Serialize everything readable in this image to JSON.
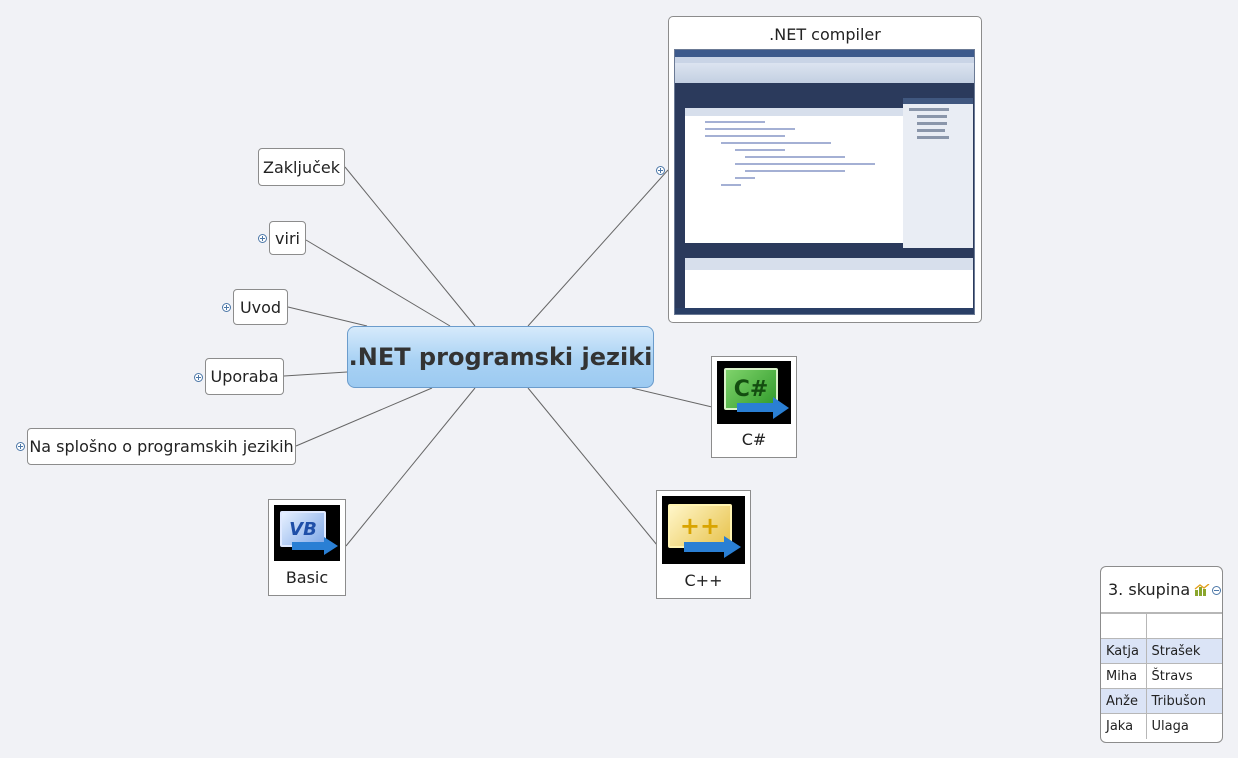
{
  "central_topic": ".NET programski jeziki",
  "topics": {
    "zakljucek": "Zaključek",
    "viri": "viri",
    "uvod": "Uvod",
    "uporaba": "Uporaba",
    "splosno": "Na splošno o programskih jezikih"
  },
  "image_topics": {
    "compiler": ".NET compiler",
    "csharp": "C#",
    "cpp": "C++",
    "basic": "Basic"
  },
  "icons": {
    "csharp_glyph": "C#",
    "vb_glyph": "VB",
    "cpp_glyph": "++"
  },
  "group": {
    "title": "3. skupina",
    "members": [
      {
        "first": "",
        "last": ""
      },
      {
        "first": "Katja",
        "last": "Strašek"
      },
      {
        "first": "Miha",
        "last": "Štravs"
      },
      {
        "first": "Anže",
        "last": "Tribušon"
      },
      {
        "first": "Jaka",
        "last": "Ulaga"
      }
    ]
  },
  "colors": {
    "background": "#f1f2f6",
    "central_fill": "#a9d2f4",
    "connector": "#666666",
    "row_highlight": "#dbe4f6"
  }
}
